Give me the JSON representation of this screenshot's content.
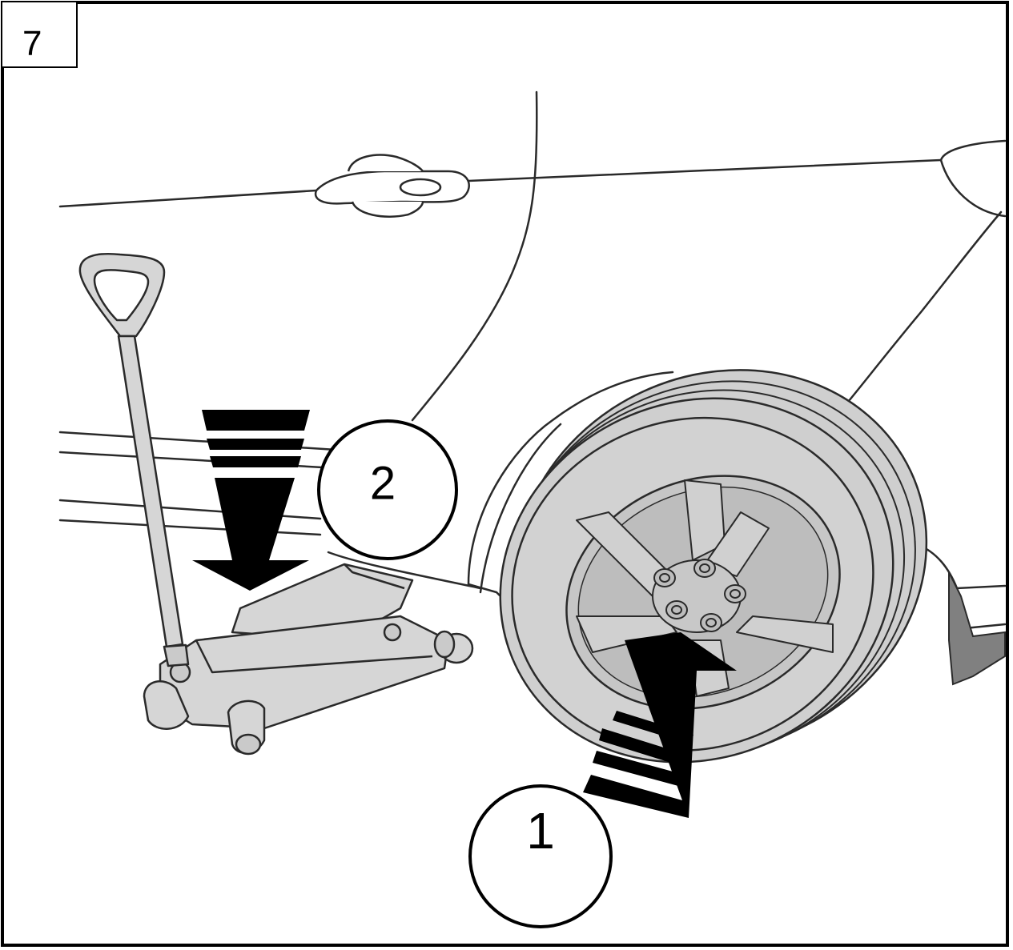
{
  "figure": {
    "step_number": "7",
    "callouts": [
      {
        "id": "callout-1",
        "label": "1"
      },
      {
        "id": "callout-2",
        "label": "2"
      }
    ],
    "colors": {
      "line": "#2a2a2a",
      "tire": "#cfcfcf",
      "jack": "#d6d6d6",
      "arrow": "#000000",
      "mudflap": "#808080",
      "background": "#ffffff"
    }
  }
}
